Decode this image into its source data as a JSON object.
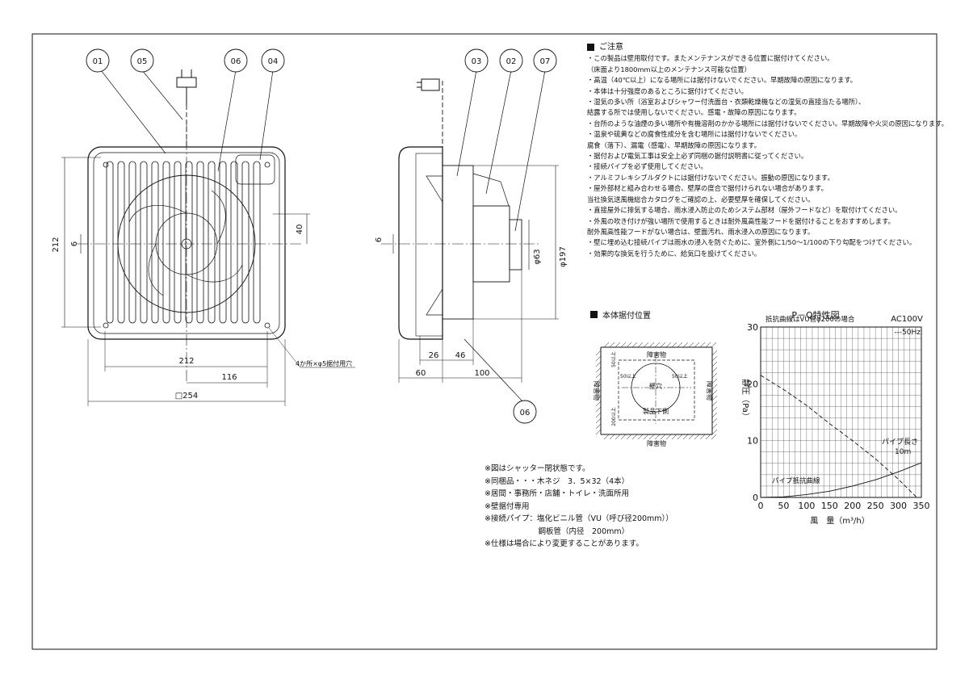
{
  "parts": [
    "01",
    "05",
    "06",
    "04",
    "03",
    "02",
    "07",
    "06"
  ],
  "front_dims": {
    "height": "212",
    "width_inner": "212",
    "offset": "116",
    "outer": "□254",
    "offset_small": "6",
    "offset_40": "40",
    "hole_note": "4か所×φ5据付用穴"
  },
  "side_dims": {
    "d63": "φ63",
    "d197": "φ197",
    "offset": "6",
    "dim26": "26",
    "dim46": "46",
    "dim60": "60",
    "dim100": "100"
  },
  "notes": {
    "title": "ご注意",
    "items": [
      "・この製品は壁用取付です。またメンテナンスができる位置に据付けてください。",
      "（床面より1800mm以上のメンテナンス可能な位置）",
      "・高温（40℃以上）になる場所には据付けないでください。早期故障の原因になります。",
      "・本体は十分強度のあるところに据付けてください。",
      "・湿気の多い所（浴室およびシャワー付洗面台・衣類乾燥機などの湿気の直接当たる場所）、",
      "結露する所では使用しないでください。感電・故障の原因になります。",
      "・台所のような油煙の多い場所や有機溶剤のかかる場所には据付けないでください。早期故障や火災の原因になります。",
      "・温泉や硫黄などの腐食性成分を含む場所には据付けないでください。",
      "腐食（落下）、漏電（感電）、早期故障の原因になります。",
      "・据付および電気工事は安全上必ず同梱の据付説明書に従ってください。",
      "・接続パイプを必ず使用してください。",
      "・アルミフレキシブルダクトには据付けないでください。振動の原因になります。",
      "・屋外部材と組み合わせる場合、壁厚の度合で据付けられない場合があります。",
      "当社換気送風機総合カタログをご確認の上、必要壁厚を確保してください。",
      "・直接屋外に排気する場合、雨水浸入防止のためシステム部材（屋外フードなど）を取付けてください。",
      "・外風の吹き付けが強い場所で使用するときは耐外風高性能フードを据付けることをおすすめします。",
      "耐外風高性能フードがない場合は、壁面汚れ、雨水浸入の原因になります。",
      "・壁に埋め込む接続パイプは雨水の浸入を防ぐために、室外側に1/50～1/100の下り勾配をつけてください。",
      "・効果的な換気を行うために、給気口を設けてください。"
    ]
  },
  "install": {
    "title": "本体据付位置",
    "top": "障害物",
    "bottom": "障害物",
    "left": "障害物",
    "right": "障害物",
    "hole": "壁穴",
    "lower": "製品下側",
    "m50l": "50以上",
    "m50r": "50以上",
    "m50t": "50以上",
    "m200": "200以上"
  },
  "spec": {
    "lines": [
      "※図はシャッター閉状態です。",
      "※同梱品・・・木ネジ　3．5×32（4本）",
      "※居間・事務所・店舗・トイレ・洗面所用",
      "※壁据付専用",
      "※接続パイプ：塩化ビニル管（VU（呼び径200mm））",
      "　　　　　　　鋼板管（内径　200mm）",
      "※仕様は場合により変更することがあります。"
    ]
  },
  "chart_data": {
    "type": "line",
    "title": "P－Q特性図",
    "subtitle": "抵抗曲線はVU管φ200の場合",
    "power": "AC100V",
    "legend": "---50Hz",
    "xlabel": "風　量（m³/h）",
    "ylabel": "静圧（Pa）",
    "xlim": [
      0,
      350
    ],
    "ylim": [
      0,
      30
    ],
    "xticks": [
      "0",
      "50",
      "100",
      "150",
      "200",
      "250",
      "300",
      "350"
    ],
    "yticks": [
      "0",
      "10",
      "20",
      "30"
    ],
    "grid": true,
    "series": [
      {
        "name": "50Hz",
        "style": "dashed",
        "x": [
          0,
          50,
          100,
          150,
          200,
          250,
          300,
          340
        ],
        "y": [
          21.5,
          19.0,
          16.2,
          13.0,
          10.0,
          6.8,
          3.2,
          0.0
        ]
      },
      {
        "name": "パイプ抵抗曲線",
        "style": "solid",
        "x": [
          0,
          50,
          100,
          150,
          200,
          250,
          300,
          350
        ],
        "y": [
          0.0,
          0.1,
          0.5,
          1.1,
          2.0,
          3.1,
          4.5,
          6.1
        ]
      }
    ],
    "annotations": [
      "パイプ長さ",
      "10m",
      "パイプ抵抗曲線"
    ]
  }
}
